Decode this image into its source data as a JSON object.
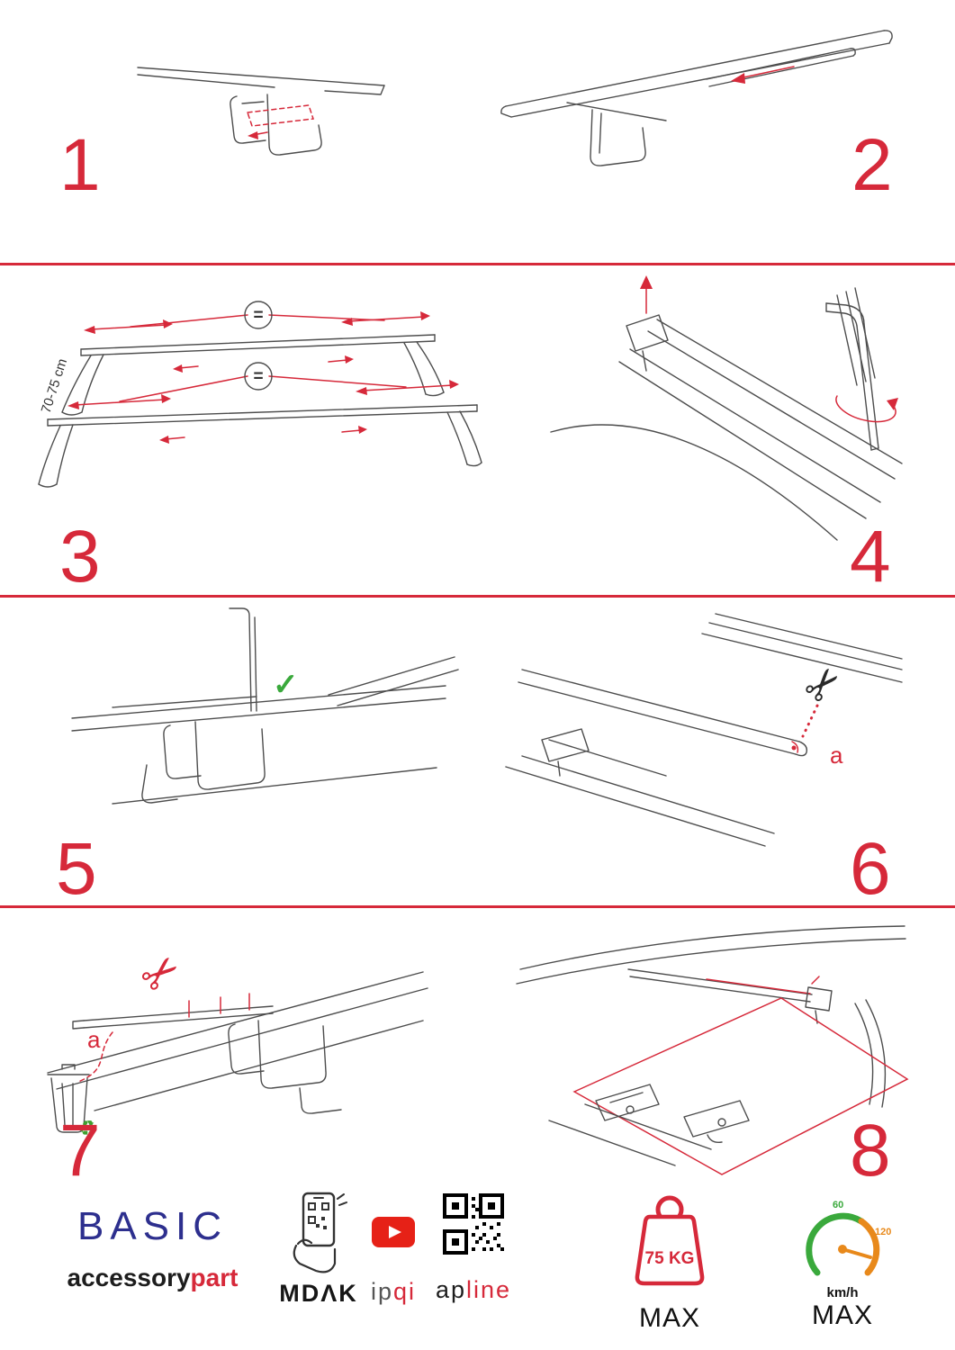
{
  "colors": {
    "accent_red": "#d6293a",
    "brand_navy": "#2d2f8e",
    "drawing_gray": "#4d4d4d",
    "green": "#3aa93c",
    "orange": "#e8891b",
    "youtube_red": "#e62117",
    "black": "#161616"
  },
  "icons": {
    "scissors": "✂",
    "check": "✓",
    "recycle": "♻"
  },
  "steps": [
    {
      "number": "1"
    },
    {
      "number": "2"
    },
    {
      "number": "3",
      "measurement": "70-75 cm",
      "equal_sign": "="
    },
    {
      "number": "4"
    },
    {
      "number": "5"
    },
    {
      "number": "6",
      "cut_label": "a"
    },
    {
      "number": "7",
      "cut_label": "a"
    },
    {
      "number": "8"
    }
  ],
  "footer": {
    "brand_title": "BASIC",
    "brand_name": {
      "black": "accessory",
      "red": "part"
    },
    "app_store_label": "MDΛK",
    "ipqi": {
      "gray": "ip",
      "red": "qi"
    },
    "apline": {
      "black": "ap",
      "red": "line"
    },
    "weight_limit": "75 KG",
    "weight_max_label": "MAX",
    "speed_gauge": {
      "low_tick": "60",
      "high_tick": "120",
      "unit": "km/h",
      "max_label": "MAX"
    }
  }
}
